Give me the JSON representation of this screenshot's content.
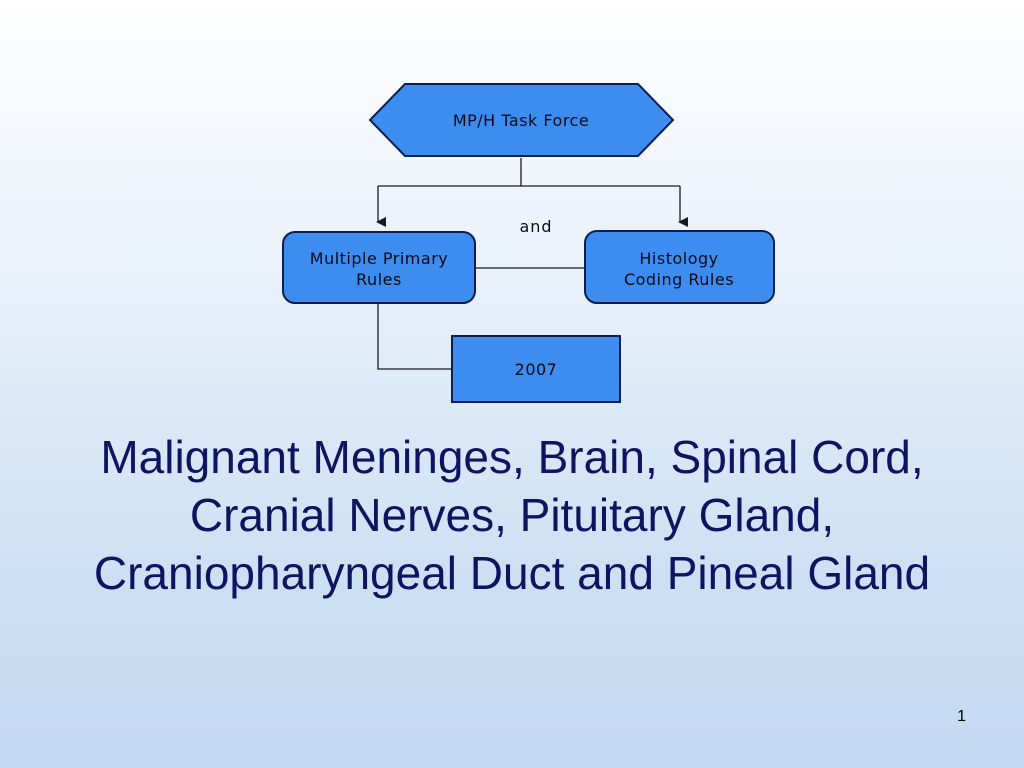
{
  "diagram": {
    "nodes": {
      "task_force": {
        "label": "MP/H Task Force",
        "shape": "hexagon"
      },
      "multiple_primary": {
        "lines": [
          "Multiple Primary",
          "Rules"
        ],
        "shape": "rounded-rectangle"
      },
      "histology": {
        "lines": [
          "Histology",
          "Coding Rules"
        ],
        "shape": "rounded-rectangle"
      },
      "year": {
        "label": "2007",
        "shape": "rectangle"
      }
    },
    "edges": [
      {
        "from": "task_force",
        "to": "multiple_primary",
        "arrow": true
      },
      {
        "from": "task_force",
        "to": "histology",
        "arrow": true
      },
      {
        "from": "multiple_primary",
        "to": "histology",
        "arrow": false,
        "label": "and"
      },
      {
        "from": "multiple_primary",
        "to": "year",
        "arrow": false
      }
    ],
    "edge_label_and": "and",
    "colors": {
      "node_fill": "#3d8cf0",
      "node_stroke": "#0a1e50",
      "line": "#1a1a1a"
    }
  },
  "title": "Malignant Meninges, Brain, Spinal Cord, Cranial Nerves, Pituitary Gland, Craniopharyngeal Duct and Pineal Gland",
  "page_number": "1"
}
